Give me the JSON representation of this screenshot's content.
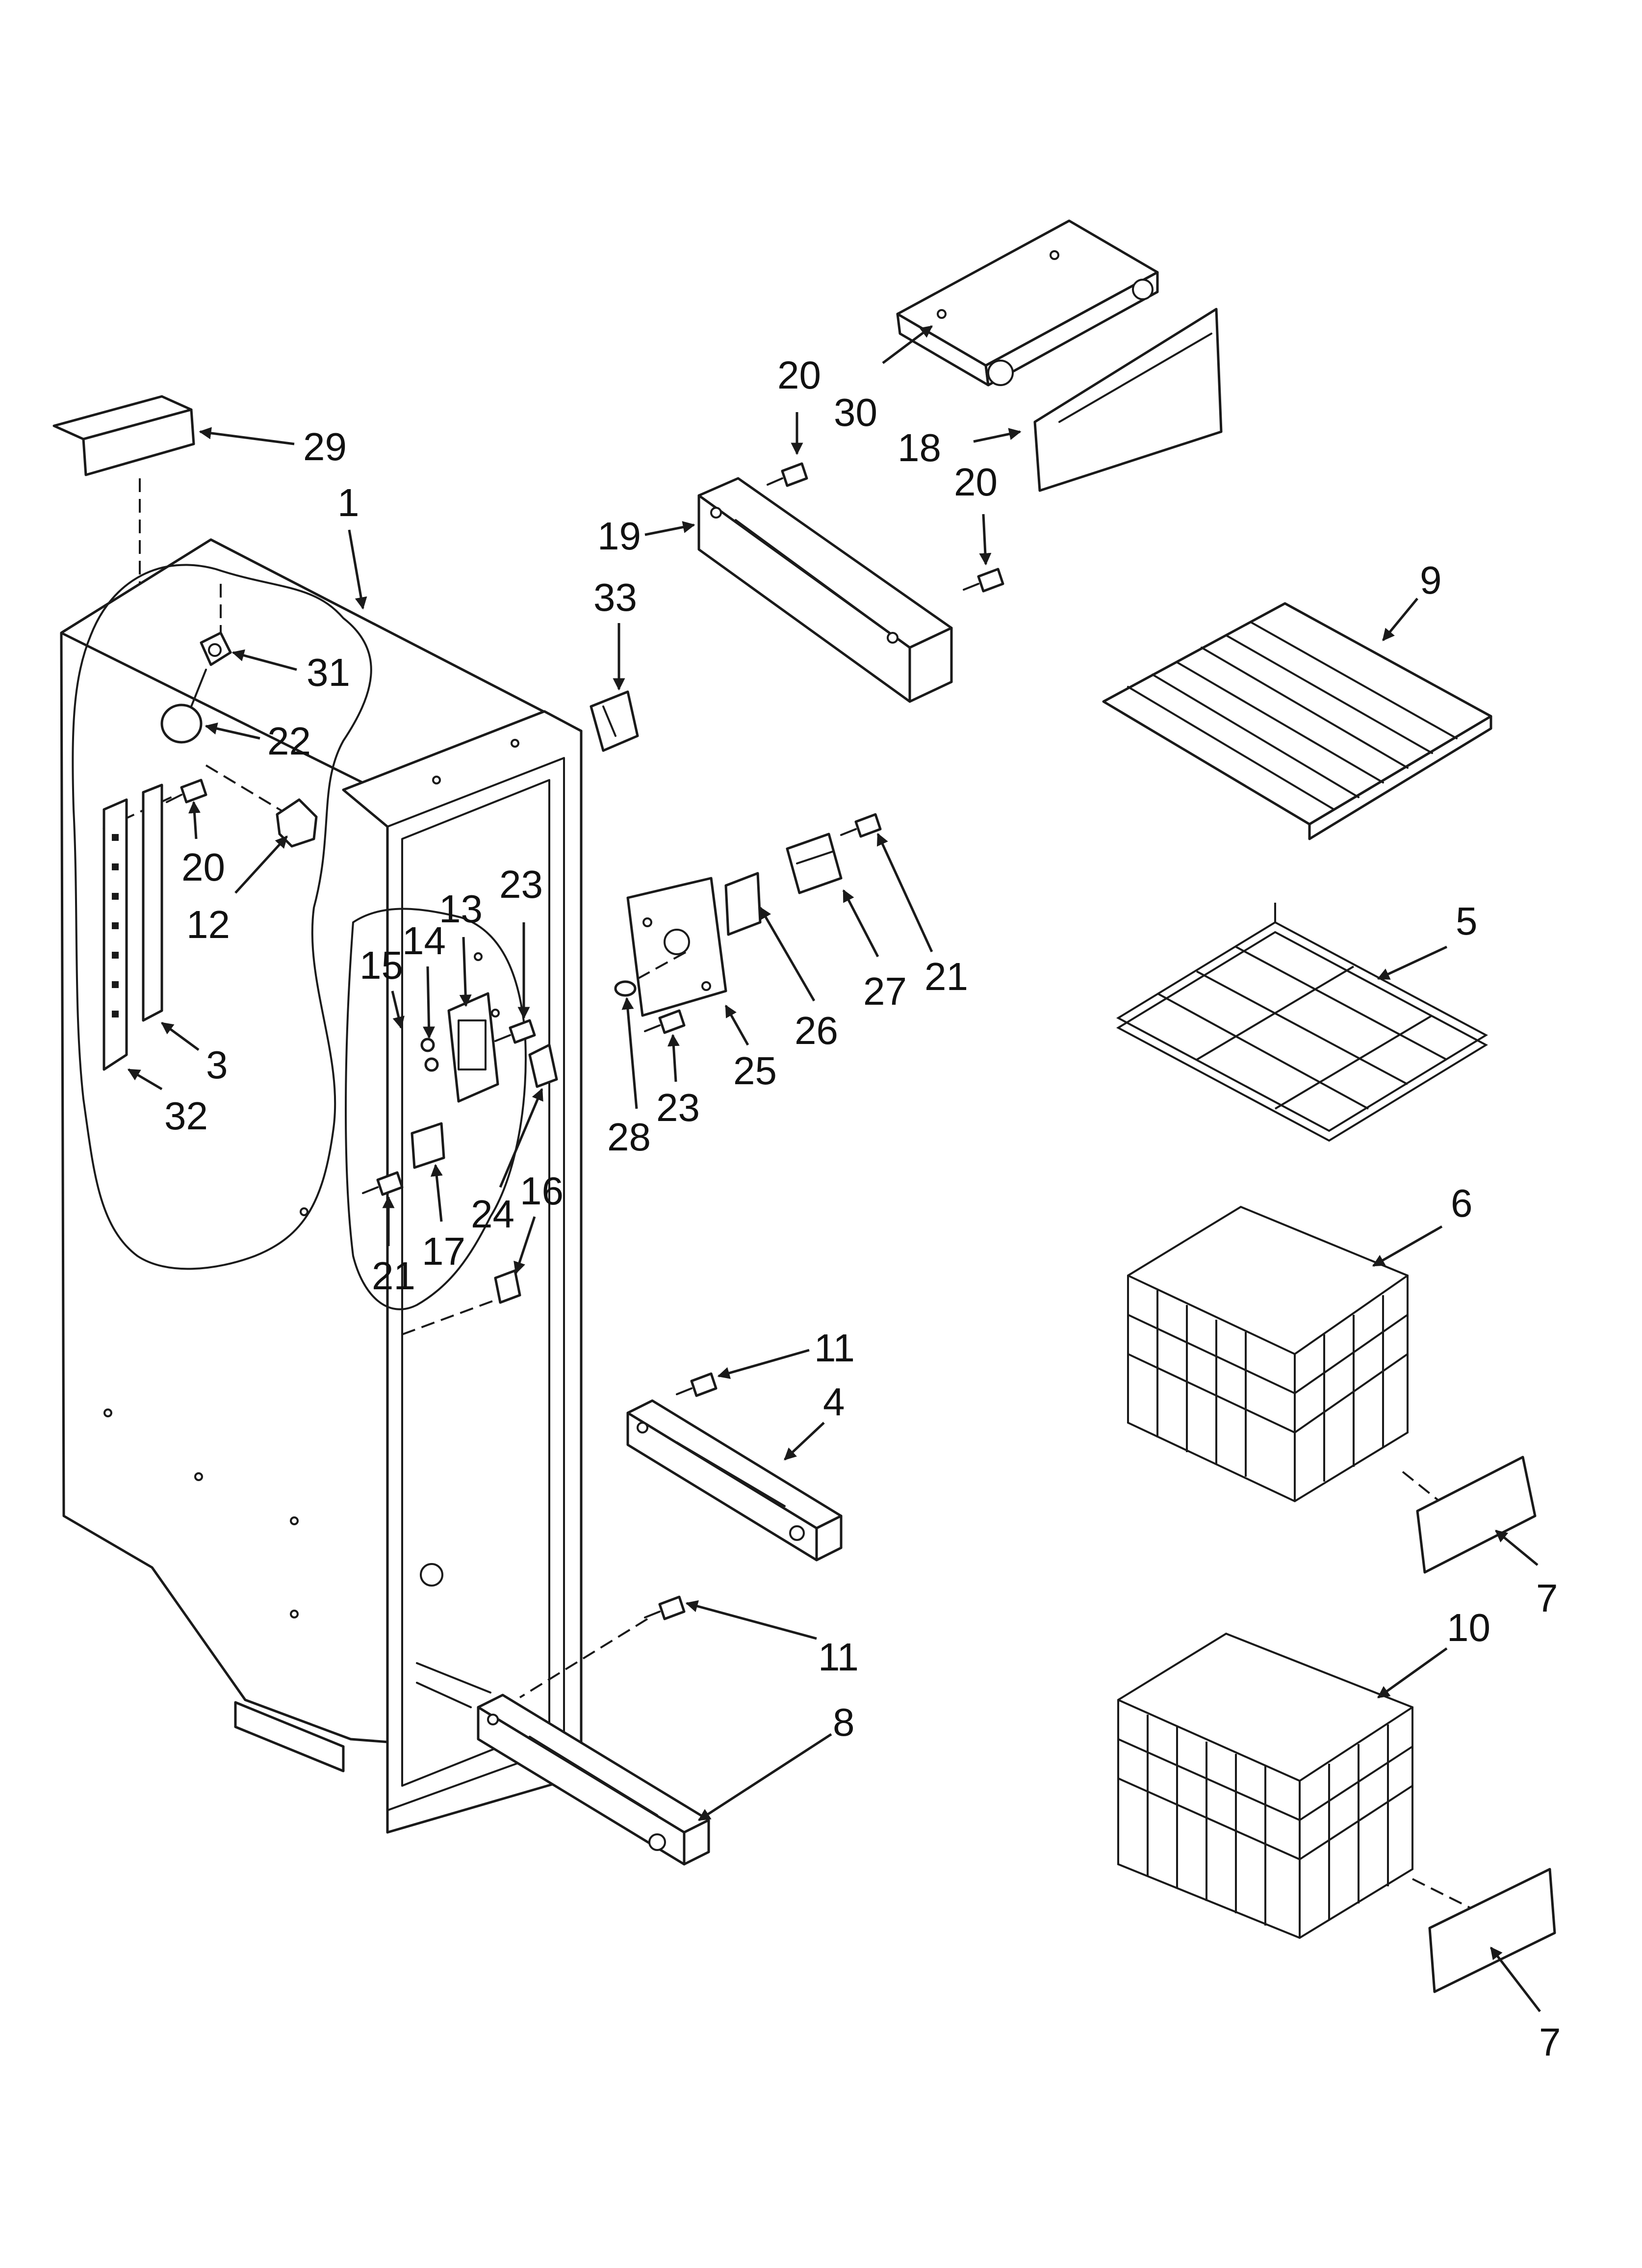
{
  "callouts": [
    {
      "id": "c29",
      "label": "29"
    },
    {
      "id": "c1",
      "label": "1"
    },
    {
      "id": "c31",
      "label": "31"
    },
    {
      "id": "c22",
      "label": "22"
    },
    {
      "id": "c20a",
      "label": "20"
    },
    {
      "id": "c12",
      "label": "12"
    },
    {
      "id": "c3",
      "label": "3"
    },
    {
      "id": "c32",
      "label": "32"
    },
    {
      "id": "c15",
      "label": "15"
    },
    {
      "id": "c14",
      "label": "14"
    },
    {
      "id": "c13",
      "label": "13"
    },
    {
      "id": "c23a",
      "label": "23"
    },
    {
      "id": "c17",
      "label": "17"
    },
    {
      "id": "c21a",
      "label": "21"
    },
    {
      "id": "c24",
      "label": "24"
    },
    {
      "id": "c16",
      "label": "16"
    },
    {
      "id": "c20b",
      "label": "20"
    },
    {
      "id": "c30",
      "label": "30"
    },
    {
      "id": "c18",
      "label": "18"
    },
    {
      "id": "c20c",
      "label": "20"
    },
    {
      "id": "c19",
      "label": "19"
    },
    {
      "id": "c33",
      "label": "33"
    },
    {
      "id": "c21b",
      "label": "21"
    },
    {
      "id": "c27",
      "label": "27"
    },
    {
      "id": "c26",
      "label": "26"
    },
    {
      "id": "c25",
      "label": "25"
    },
    {
      "id": "c28",
      "label": "28"
    },
    {
      "id": "c23b",
      "label": "23"
    },
    {
      "id": "c9",
      "label": "9"
    },
    {
      "id": "c5",
      "label": "5"
    },
    {
      "id": "c6",
      "label": "6"
    },
    {
      "id": "c7a",
      "label": "7"
    },
    {
      "id": "c10",
      "label": "10"
    },
    {
      "id": "c7b",
      "label": "7"
    },
    {
      "id": "c11a",
      "label": "11"
    },
    {
      "id": "c4",
      "label": "4"
    },
    {
      "id": "c11b",
      "label": "11"
    },
    {
      "id": "c8",
      "label": "8"
    }
  ]
}
